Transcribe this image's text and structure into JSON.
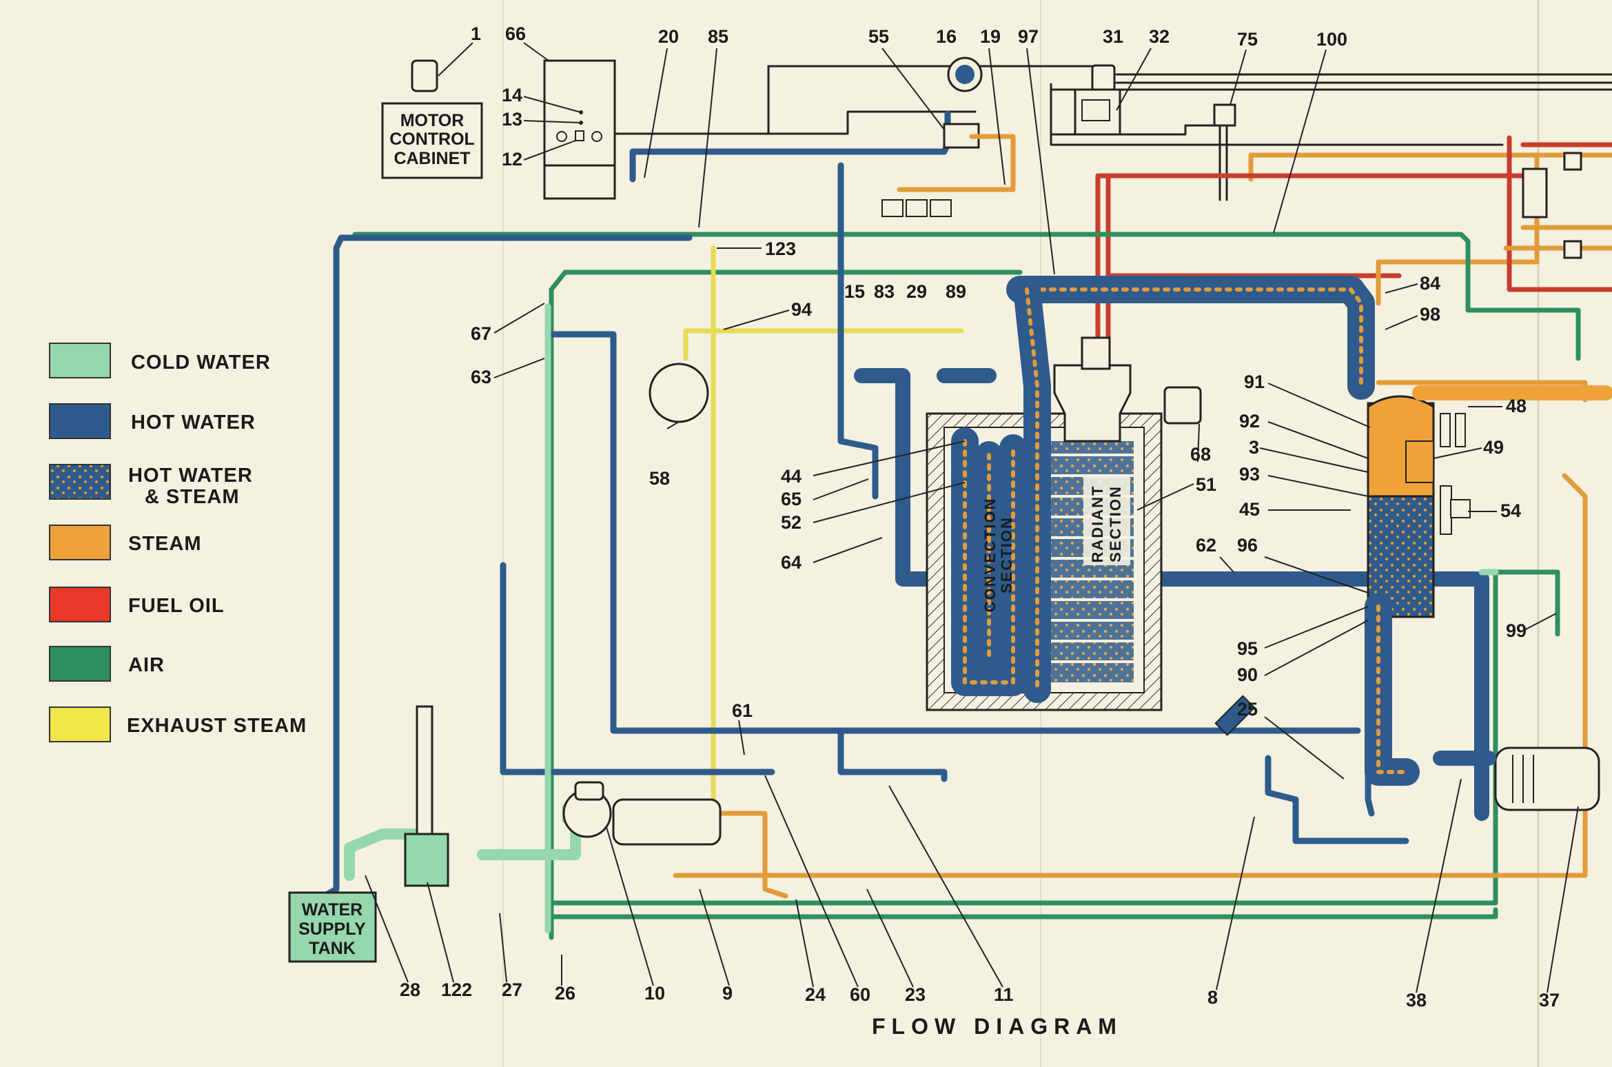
{
  "title": "FLOW DIAGRAM",
  "colors": {
    "cold_water": "#96d7ae",
    "hot_water": "#2e5b8c",
    "hot_water_steam": "#2e5b8c",
    "steam": "#f0a23a",
    "fuel_oil": "#e8392a",
    "air": "#2f8f5e",
    "exhaust_steam": "#f2e84a"
  },
  "legend": [
    {
      "label": "COLD WATER",
      "color": "#96d7ae"
    },
    {
      "label": "HOT WATER",
      "color": "#2e5b8c"
    },
    {
      "label": "HOT WATER",
      "label2": "& STEAM",
      "color": "#2e5b8c",
      "pattern": "dotted-orange"
    },
    {
      "label": "STEAM",
      "color": "#f0a23a"
    },
    {
      "label": "FUEL OIL",
      "color": "#e8392a"
    },
    {
      "label": "AIR",
      "color": "#2f8f5e"
    },
    {
      "label": "EXHAUST STEAM",
      "color": "#f2e84a"
    }
  ],
  "boxes": {
    "motor_control": [
      "MOTOR",
      "CONTROL",
      "CABINET"
    ],
    "water_supply": [
      "WATER",
      "SUPPLY",
      "TANK"
    ]
  },
  "sections": {
    "convection": [
      "CONVECTION",
      "SECTION"
    ],
    "radiant": [
      "RADIANT",
      "SECTION"
    ]
  },
  "callouts": [
    "1",
    "66",
    "20",
    "85",
    "55",
    "16",
    "19",
    "97",
    "31",
    "32",
    "75",
    "100",
    "14",
    "13",
    "12",
    "123",
    "84",
    "98",
    "94",
    "15",
    "83",
    "29",
    "89",
    "67",
    "63",
    "91",
    "48",
    "92",
    "3",
    "49",
    "93",
    "54",
    "45",
    "68",
    "51",
    "58",
    "44",
    "65",
    "52",
    "64",
    "62",
    "96",
    "95",
    "90",
    "99",
    "61",
    "25",
    "28",
    "122",
    "27",
    "26",
    "10",
    "9",
    "24",
    "60",
    "23",
    "11",
    "8",
    "38",
    "37"
  ]
}
